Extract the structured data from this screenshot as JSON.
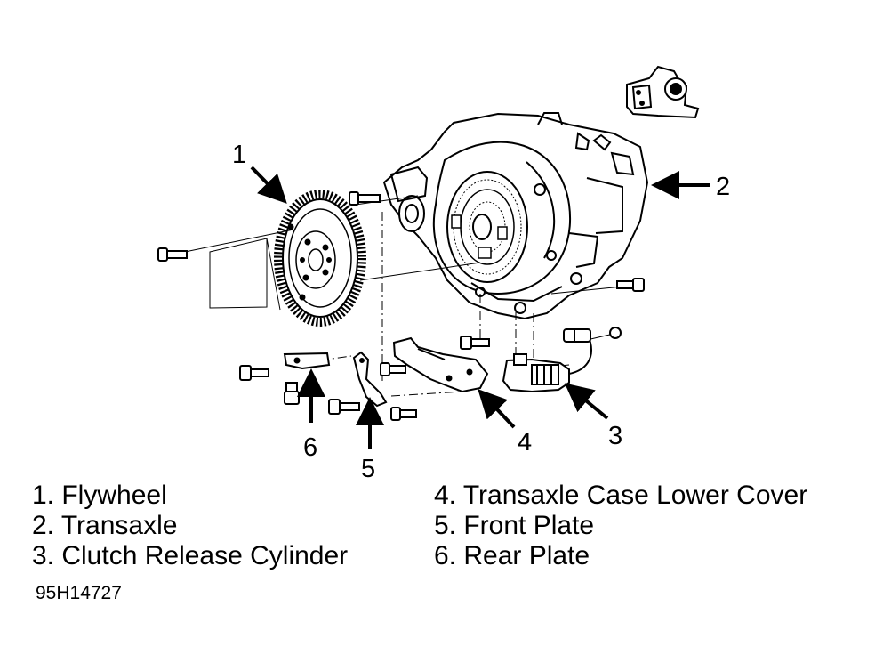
{
  "callouts": [
    "1",
    "2",
    "3",
    "4",
    "5",
    "6"
  ],
  "legend": {
    "left": [
      "1. Flywheel",
      "2. Transaxle",
      "3. Clutch Release Cylinder"
    ],
    "right": [
      "4. Transaxle Case Lower Cover",
      "5. Front Plate",
      "6. Rear Plate"
    ]
  },
  "figure_id": "95H14727",
  "colors": {
    "line": "#000000",
    "background": "#ffffff"
  }
}
